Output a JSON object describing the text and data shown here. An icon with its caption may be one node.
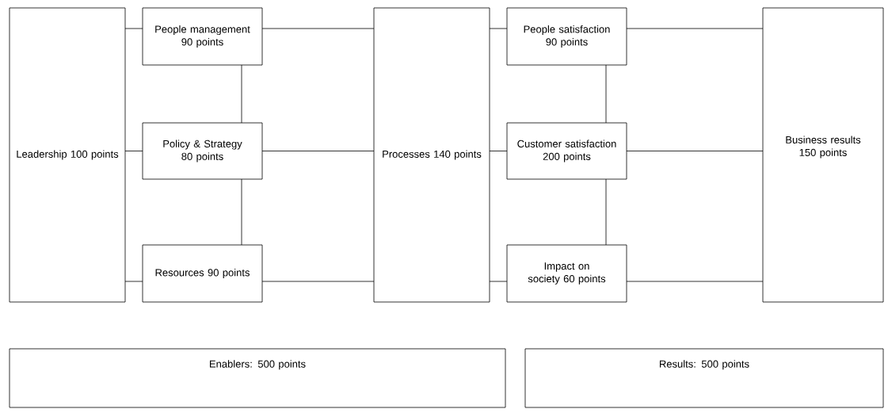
{
  "diagram": {
    "nodes": [
      {
        "text": [
          "Leadership 100 points"
        ]
      },
      {
        "text": [
          "People management 90 points"
        ]
      },
      {
        "text": [
          "Policy & Strategy 80 points"
        ]
      },
      {
        "text": [
          "Resources 90 points"
        ]
      },
      {
        "text": [
          "Processes 140 points"
        ]
      },
      {
        "text": [
          "People satisfaction 90 points"
        ]
      },
      {
        "text": [
          "Customer satisfaction 200 points"
        ]
      },
      {
        "text": [
          "Impact on society 60 points"
        ]
      },
      {
        "text": [
          "Business results 150 points"
        ]
      },
      {
        "text": [
          "Enablers: 500 points"
        ]
      },
      {
        "text": [
          "Results: 500 points"
        ]
      }
    ],
    "edges": [
      {
        "from": 0,
        "to": 1,
        "arrow": "none"
      },
      {
        "from": 0,
        "to": 2,
        "arrow": "none"
      },
      {
        "from": 0,
        "to": 3,
        "arrow": "none"
      },
      {
        "from": 1,
        "to": 2,
        "arrow": "none"
      },
      {
        "from": 2,
        "to": 3,
        "arrow": "none"
      },
      {
        "from": 1,
        "to": 4,
        "arrow": "none"
      },
      {
        "from": 2,
        "to": 4,
        "arrow": "none"
      },
      {
        "from": 3,
        "to": 4,
        "arrow": "none"
      },
      {
        "from": 4,
        "to": 5,
        "arrow": "none"
      },
      {
        "from": 4,
        "to": 6,
        "arrow": "none"
      },
      {
        "from": 4,
        "to": 7,
        "arrow": "none"
      },
      {
        "from": 5,
        "to": 6,
        "arrow": "none"
      },
      {
        "from": 6,
        "to": 7,
        "arrow": "none"
      },
      {
        "from": 5,
        "to": 8,
        "arrow": "none"
      },
      {
        "from": 6,
        "to": 8,
        "arrow": "none"
      },
      {
        "from": 7,
        "to": 8,
        "arrow": "none"
      }
    ]
  }
}
